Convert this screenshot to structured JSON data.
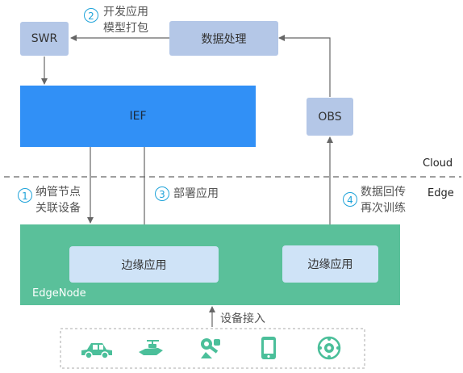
{
  "nodes": {
    "swr": "SWR",
    "data_processing": "数据处理",
    "ief": "IEF",
    "obs": "OBS",
    "edge_app_left": "边缘应用",
    "edge_app_right": "边缘应用",
    "edgenode": "EdgeNode"
  },
  "zones": {
    "cloud": "Cloud",
    "edge": "Edge"
  },
  "steps": [
    {
      "num": "2",
      "line1": "开发应用",
      "line2": "模型打包"
    },
    {
      "num": "1",
      "line1": "纳管节点",
      "line2": "关联设备"
    },
    {
      "num": "3",
      "line1": "部署应用"
    },
    {
      "num": "4",
      "line1": "数据回传",
      "line2": "再次训练"
    }
  ],
  "device_access": "设备接入",
  "devices": [
    "car-icon",
    "drone-icon",
    "robot-arm-icon",
    "phone-icon",
    "camera-icon"
  ],
  "colors": {
    "cloud_box": "#b4c7e7",
    "ief": "#3190f6",
    "edgenode": "#5ac09a",
    "edge_app": "#cfe3f7",
    "device_icon": "#4bbf9a",
    "step_number": "#1fa3d9"
  }
}
